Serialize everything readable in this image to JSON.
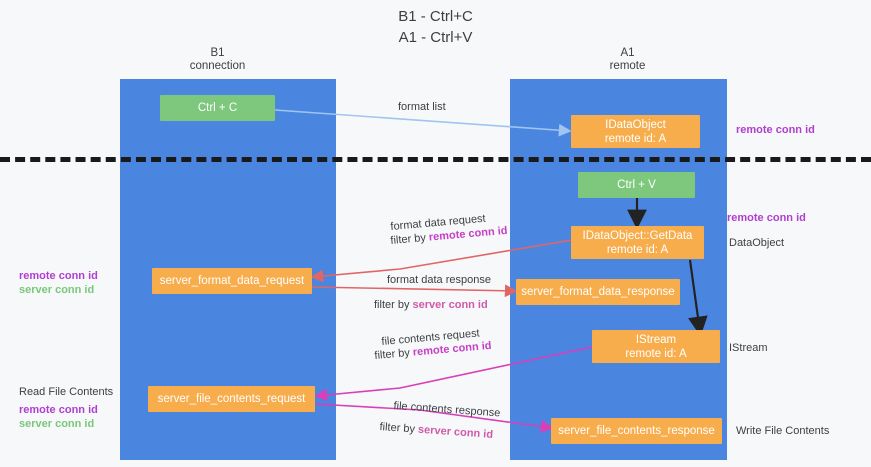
{
  "title": "B1 - Ctrl+C\nA1 - Ctrl+V",
  "lanes": [
    {
      "id": "b1",
      "title": "B1\nconnection",
      "color": "#4a86e0"
    },
    {
      "id": "a1",
      "title": "A1\nremote",
      "color": "#4a86e0"
    }
  ],
  "nodes": [
    {
      "id": "ctrl-c",
      "line1": "Ctrl + C",
      "line2": "",
      "color": "green"
    },
    {
      "id": "idataobject",
      "line1": "IDataObject",
      "line2": "remote id: A",
      "color": "orange"
    },
    {
      "id": "ctrl-v",
      "line1": "Ctrl + V",
      "line2": "",
      "color": "green"
    },
    {
      "id": "getdata",
      "line1": "IDataObject::GetData",
      "line2": "remote id: A",
      "color": "orange"
    },
    {
      "id": "server-format-data-request",
      "line1": "server_format_data_request",
      "line2": "",
      "color": "orange"
    },
    {
      "id": "server-format-data-response",
      "line1": "server_format_data_response",
      "line2": "",
      "color": "orange"
    },
    {
      "id": "istream",
      "line1": "IStream",
      "line2": "remote id: A",
      "color": "orange"
    },
    {
      "id": "server-file-contents-request",
      "line1": "server_file_contents_request",
      "line2": "",
      "color": "orange"
    },
    {
      "id": "server-file-contents-response",
      "line1": "server_file_contents_response",
      "line2": "",
      "color": "orange"
    }
  ],
  "edge_labels": {
    "format_list": "format list",
    "format_data_request": "format data request",
    "format_data_request_filter_prefix": "filter by ",
    "format_data_request_filter_key": "remote conn id",
    "format_data_response": "format data response",
    "format_data_response_filter_prefix": "filter by ",
    "format_data_response_filter_key": "server conn id",
    "file_contents_request": "file contents request",
    "file_contents_request_filter_prefix": "filter by ",
    "file_contents_request_filter_key": "remote conn id",
    "file_contents_response": "file contents response",
    "file_contents_response_filter_prefix": "filter by ",
    "file_contents_response_filter_key": "server conn id"
  },
  "side_labels": {
    "right_remote_conn_top": "remote conn id",
    "right_remote_conn_mid": "remote conn id",
    "right_dataobject": "DataObject",
    "right_istream": "IStream",
    "right_write_file_contents": "Write File Contents",
    "left_remote_conn": "remote conn id",
    "left_server_conn": "server conn id",
    "left_read_file_contents": "Read File Contents",
    "left_remote_conn2": "remote conn id",
    "left_server_conn2": "server conn id"
  },
  "colors": {
    "lane": "#4a86e0",
    "green_node": "#7ec87e",
    "orange_node": "#f7ad4c",
    "remote_conn_purple": "#b03fd0",
    "server_conn_green": "#79c879",
    "server_conn_pink": "#cf5aa8",
    "arrow_blue": "#9fc5f0",
    "arrow_red": "#e06666",
    "arrow_magenta": "#d83fb8",
    "arrow_black": "#222222",
    "divider": "#1a1a1a",
    "background": "#f7f8fa"
  }
}
